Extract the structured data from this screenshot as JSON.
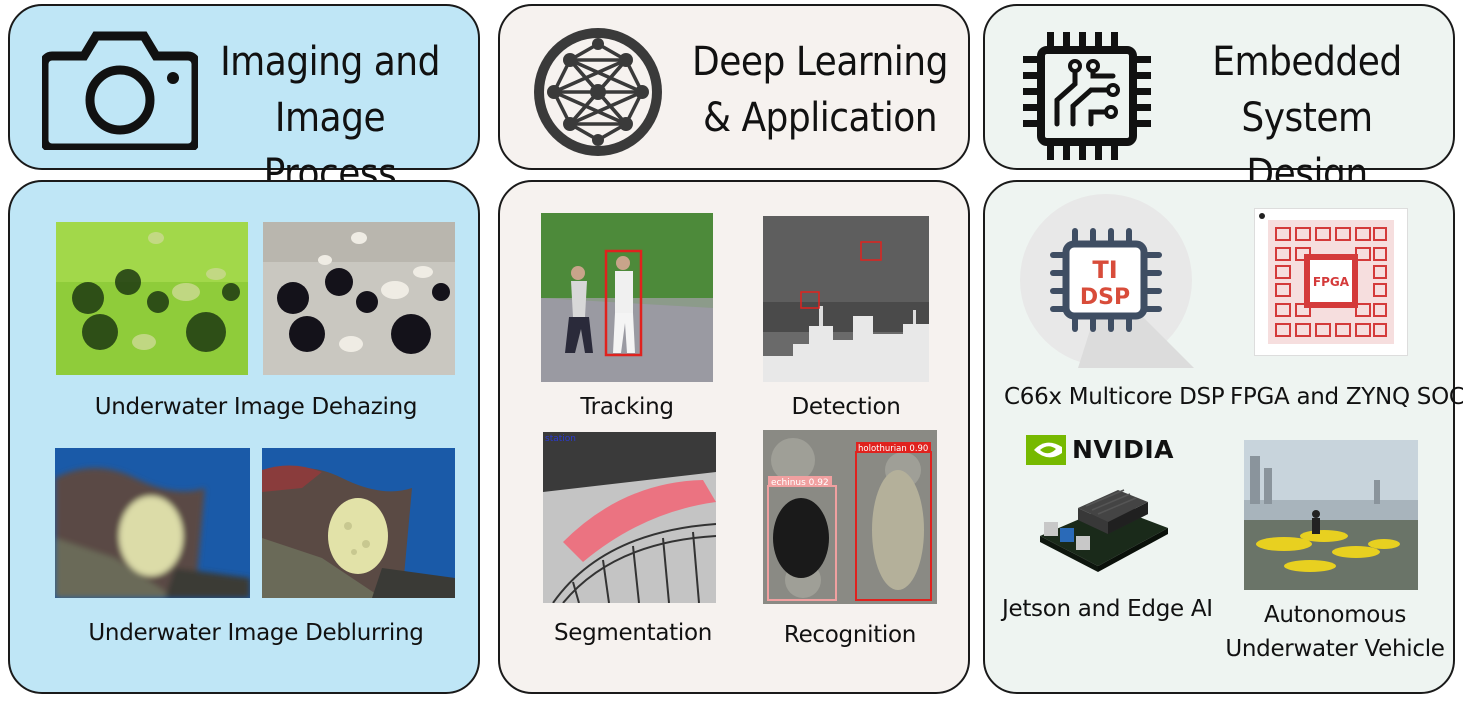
{
  "columns": [
    {
      "header": {
        "title_line1": "Imaging and",
        "title_line2": "Image Process",
        "icon": "camera-icon"
      },
      "items": [
        {
          "caption": "Underwater Image Dehazing"
        },
        {
          "caption": "Underwater Image Deblurring"
        }
      ]
    },
    {
      "header": {
        "title_line1": "Deep Learning",
        "title_line2": "& Application",
        "icon": "neural-network-icon"
      },
      "items": [
        {
          "caption": "Tracking"
        },
        {
          "caption": "Detection"
        },
        {
          "caption": "Segmentation"
        },
        {
          "caption": "Recognition"
        }
      ]
    },
    {
      "header": {
        "title_line1": "Embedded",
        "title_line2": "System Design",
        "icon": "chip-circuit-icon"
      },
      "items": [
        {
          "caption": "C66x Multicore DSP",
          "chip_text_1": "TI",
          "chip_text_2": "DSP"
        },
        {
          "caption": "FPGA and ZYNQ SOC",
          "chip_text": "FPGA"
        },
        {
          "caption": "Jetson and Edge AI",
          "brand": "NVIDIA"
        },
        {
          "caption_line1": "Autonomous",
          "caption_line2": "Underwater Vehicle"
        }
      ]
    }
  ],
  "detection_labels": {
    "echinus": "echinus 0.92",
    "holothurian": "holothurian 0.90",
    "seg_tag": "station"
  },
  "colors": {
    "blue_panel": "#bfe6f6",
    "beige_panel": "#f6f2ef",
    "mint_panel": "#eef4f1",
    "box_red": "#e0221e"
  }
}
